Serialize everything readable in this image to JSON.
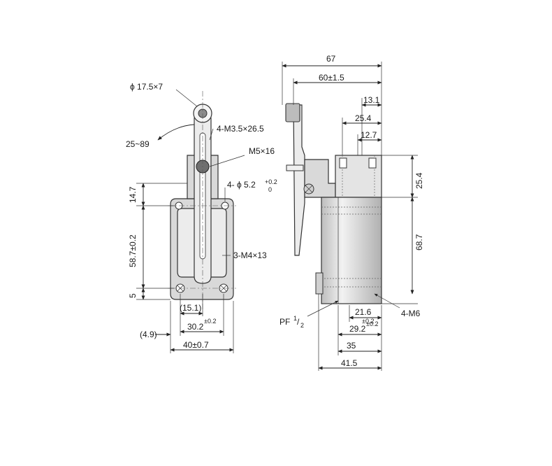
{
  "front_view": {
    "roller_dim": "ϕ 17.5×7",
    "angle": "25~89",
    "lever_screws": "4-M3.5×26.5",
    "roller_bolt": "M5×16",
    "mount_holes": "4- ϕ 5.2",
    "mount_tol_upper": "+0.2",
    "mount_tol_lower": "0",
    "cover_screws": "3-M4×13",
    "height_top": "14.7",
    "height_mid": "58.7±0.2",
    "height_bottom": "5",
    "width_inner": "(15.1)",
    "width_pitch": "30.2",
    "width_pitch_tol": "±0.2",
    "offset": "(4.9)",
    "width_total": "40±0.7"
  },
  "side_view": {
    "total_length": "67",
    "lever_length": "60±1.5",
    "d_13_1": "13.1",
    "d_25_4_top": "25.4",
    "d_12_7": "12.7",
    "d_25_4_right": "25.4",
    "d_68_7": "68.7",
    "d_21_6": "21.6",
    "d_21_6_tol": "±0.2",
    "d_29_2": "29.2",
    "d_29_2_tol": "±0.2",
    "d_35": "35",
    "d_41_5": "41.5",
    "conduit": "PF",
    "conduit_frac_num": "1",
    "conduit_frac_den": "2",
    "base_screws": "4-M6"
  }
}
